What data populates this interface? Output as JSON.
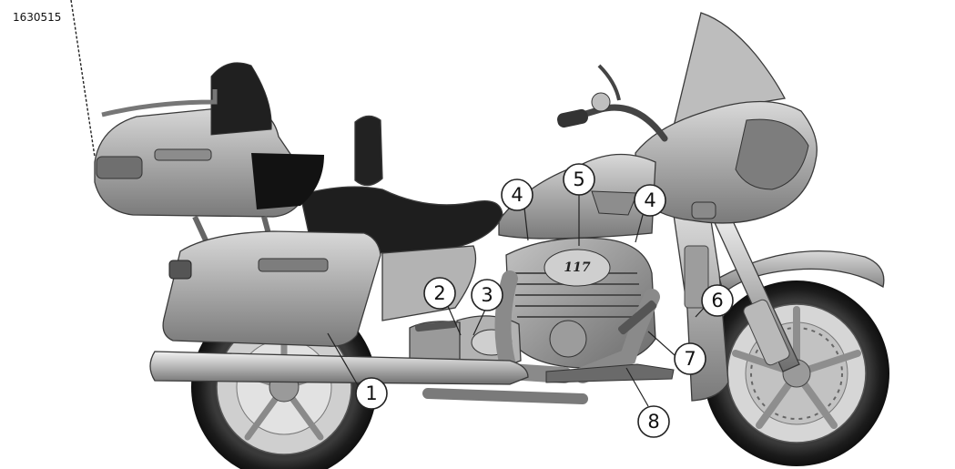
{
  "figure": {
    "id": "1630515"
  },
  "callouts": [
    "1",
    "2",
    "3",
    "4",
    "4",
    "5",
    "6",
    "7",
    "8"
  ],
  "emblem": "117"
}
